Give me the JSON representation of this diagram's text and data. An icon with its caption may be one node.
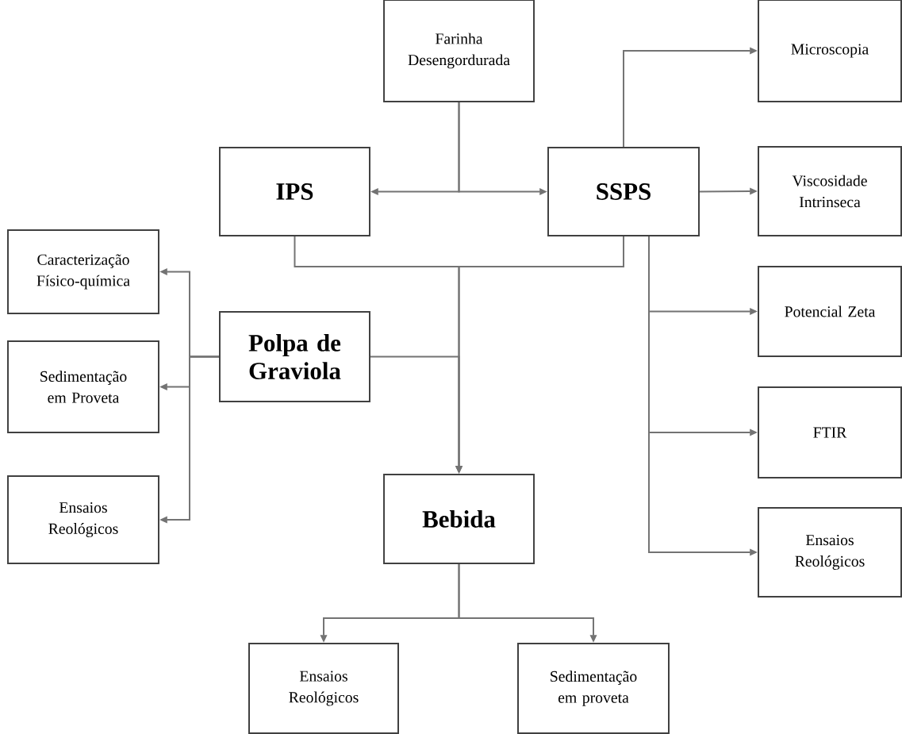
{
  "diagram": {
    "nodes": [
      {
        "text": [
          "Farinha Desengordurada"
        ]
      },
      {
        "text": [
          "IPS"
        ]
      },
      {
        "text": [
          "SSPS"
        ]
      },
      {
        "text": [
          "Microscopia"
        ]
      },
      {
        "text": [
          "Viscosidade Intrinseca"
        ]
      },
      {
        "text": [
          "Caracterização Físico-química"
        ]
      },
      {
        "text": [
          "Polpa de Graviola"
        ]
      },
      {
        "text": [
          "Sedimentação em Proveta"
        ]
      },
      {
        "text": [
          "Potencial Zeta"
        ]
      },
      {
        "text": [
          "FTIR"
        ]
      },
      {
        "text": [
          "Ensaios Reológicos"
        ]
      },
      {
        "text": [
          "Bebida"
        ]
      },
      {
        "text": [
          "Ensaios Reológicos"
        ]
      },
      {
        "text": [
          "Ensaios Reológicos"
        ]
      },
      {
        "text": [
          "Sedimentação em proveta"
        ]
      }
    ],
    "edges": [
      {
        "from": 0,
        "to": 1,
        "arrow": "to"
      },
      {
        "from": 0,
        "to": 2,
        "arrow": "to"
      },
      {
        "from": 2,
        "to": 3,
        "arrow": "to"
      },
      {
        "from": 2,
        "to": 4,
        "arrow": "to"
      },
      {
        "from": 2,
        "to": 8,
        "arrow": "to"
      },
      {
        "from": 2,
        "to": 9,
        "arrow": "to"
      },
      {
        "from": 2,
        "to": 12,
        "arrow": "to"
      },
      {
        "from": 1,
        "to": 11,
        "arrow": "to"
      },
      {
        "from": 2,
        "to": 11,
        "arrow": "to"
      },
      {
        "from": 6,
        "to": 11,
        "arrow": "to"
      },
      {
        "from": 6,
        "to": 5,
        "arrow": "to"
      },
      {
        "from": 6,
        "to": 7,
        "arrow": "to"
      },
      {
        "from": 6,
        "to": 10,
        "arrow": "to"
      },
      {
        "from": 11,
        "to": 13,
        "arrow": "to"
      },
      {
        "from": 11,
        "to": 14,
        "arrow": "to"
      }
    ]
  }
}
